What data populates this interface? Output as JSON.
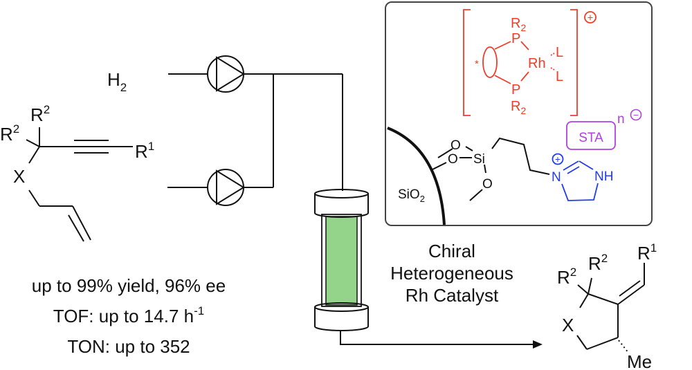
{
  "colors": {
    "catalyst_complex": "#f03c28",
    "imidazolium": "#1f3cf0",
    "anion": "#b040e0",
    "column_packing": "#93d38a"
  },
  "feed": {
    "h2": "H",
    "h2_sub": "2"
  },
  "reactant": {
    "r2a": "R",
    "r2a_sup": "2",
    "r2b": "R",
    "r2b_sup": "2",
    "r1": "R",
    "r1_sup": "1",
    "x": "X"
  },
  "results": {
    "line1": "up to 99% yield, 96% ee",
    "line2_pre": "TOF: up to 14.7 h",
    "line2_sup": "-1",
    "line3": "TON: up to 352"
  },
  "catalyst_box": {
    "r2_top": "R",
    "r2_top_sub": "2",
    "p_top": "P",
    "rh": "Rh",
    "l1": "L",
    "l2": "L",
    "p_bottom": "P",
    "r2_bottom": "R",
    "r2_bottom_sub": "2",
    "chiral_mark": "*",
    "charge_plus": "+",
    "anion": "STA",
    "anion_charge": "n",
    "anion_minus": "−",
    "support": "SiO",
    "support_sub": "2",
    "o1": "O",
    "o2": "O",
    "o3": "O",
    "si": "Si",
    "n_plus": "N",
    "n_plus_charge": "+",
    "nh": "NH"
  },
  "catalyst_label": [
    "Chiral",
    "Heterogeneous",
    "Rh Catalyst"
  ],
  "product": {
    "r2a": "R",
    "r2a_sup": "2",
    "r2b": "R",
    "r2b_sup": "2",
    "r1": "R",
    "r1_sup": "1",
    "x": "X",
    "me": "Me"
  }
}
